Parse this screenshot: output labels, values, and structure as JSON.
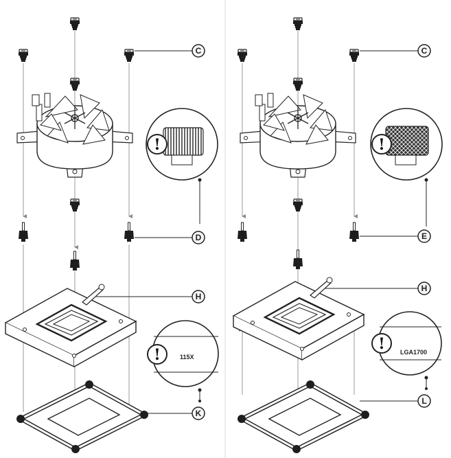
{
  "left_panel": {
    "callouts": {
      "C": "C",
      "D": "D",
      "H": "H",
      "K": "K"
    },
    "notice_mark": "!",
    "socket_marking": "115X"
  },
  "right_panel": {
    "callouts": {
      "C": "C",
      "E": "E",
      "H": "H",
      "L": "L"
    },
    "notice_mark": "!",
    "socket_marking": "LGA1700"
  },
  "colors": {
    "line": "#222222",
    "guide_line": "#9a9a9a",
    "divider": "#d8d8d8",
    "part_fill": "#ffffff",
    "dark_fill": "#1e1e1e"
  }
}
